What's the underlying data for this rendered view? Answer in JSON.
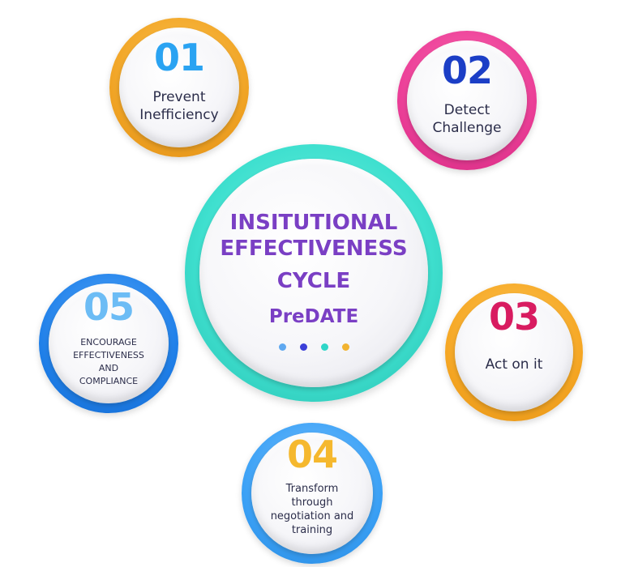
{
  "center": {
    "title_lines": [
      "INSITUTIONAL",
      "EFFECTIVENESS",
      "CYCLE"
    ],
    "subtitle": "PreDATE",
    "ring_color": "#3fe0cf",
    "text_color": "#7a3fc4",
    "dot_colors": [
      "#5fa8f0",
      "#3b3fd8",
      "#2fd6c8",
      "#f2b330"
    ]
  },
  "steps": [
    {
      "number": "01",
      "label_lines": [
        "Prevent",
        "Inefficiency"
      ],
      "ring_color": "#f0a324",
      "number_color": "#2aa3f2"
    },
    {
      "number": "02",
      "label_lines": [
        "Detect",
        "Challenge"
      ],
      "ring_color": "#ea3d96",
      "number_color": "#1b3ec6"
    },
    {
      "number": "03",
      "label_lines": [
        "Act on it"
      ],
      "ring_color": "#f5a623",
      "number_color": "#d81b60"
    },
    {
      "number": "04",
      "label_lines": [
        "Transform",
        "through",
        "negotiation and",
        "training"
      ],
      "ring_color": "#3aa0f5",
      "number_color": "#f5b82e"
    },
    {
      "number": "05",
      "label_lines": [
        "ENCOURAGE",
        "EFFECTIVENESS",
        "AND",
        "COMPLIANCE"
      ],
      "ring_color": "#1f7fe8",
      "number_color": "#6cbcf5"
    }
  ]
}
